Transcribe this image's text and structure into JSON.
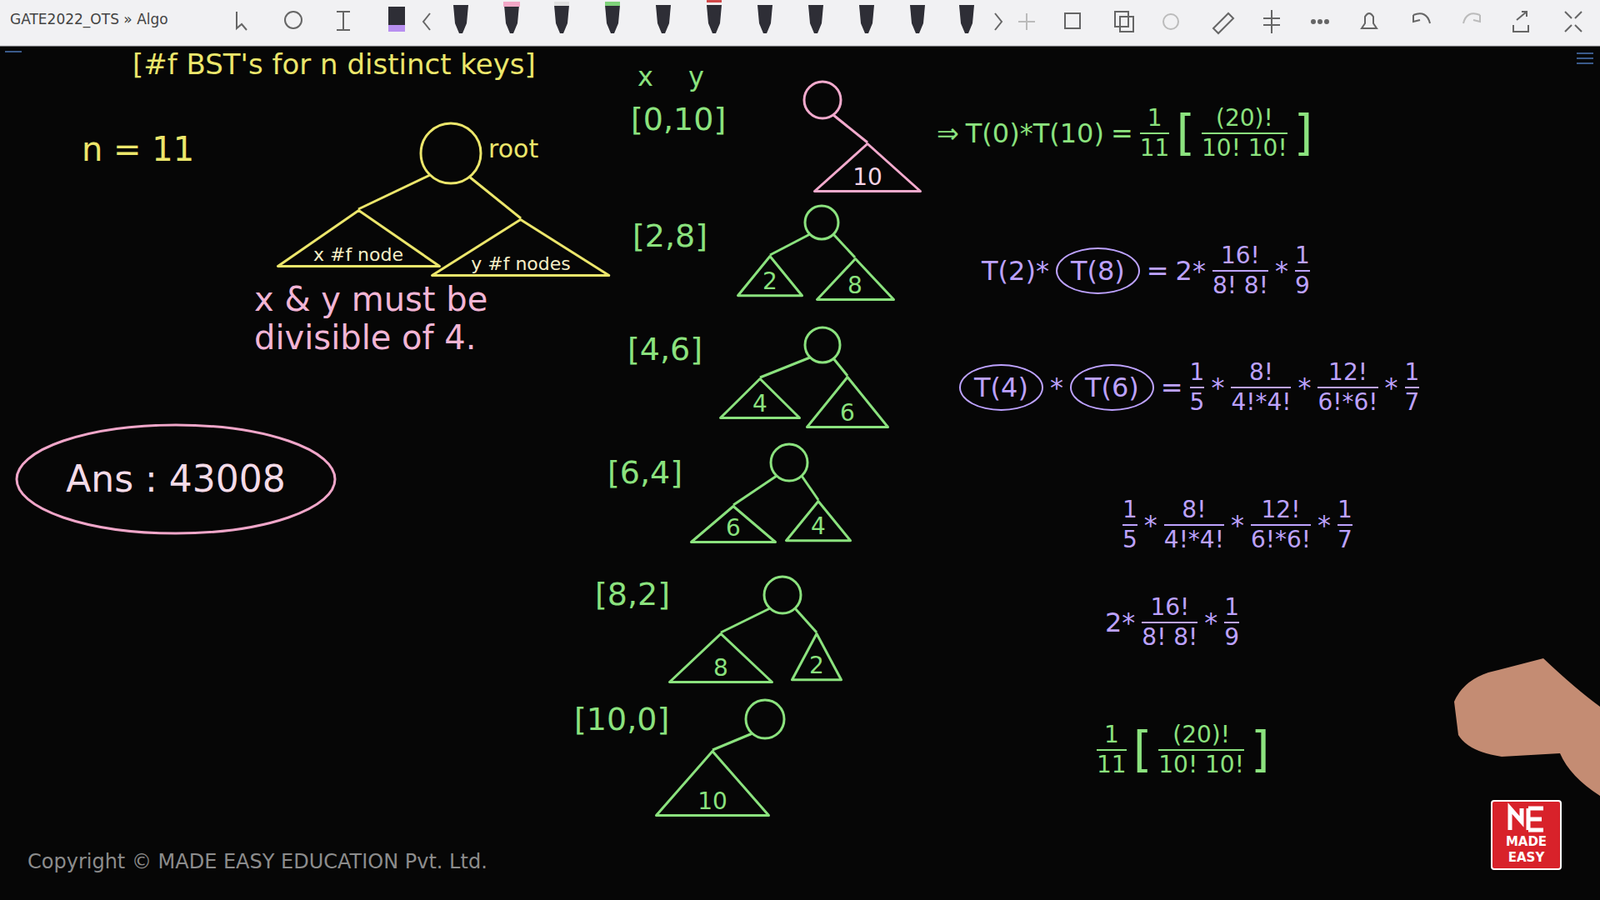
{
  "diagram": {
    "title": "[#f BST's for n distinct keys]",
    "nodes": [
      {
        "text": [
          "x #f node"
        ]
      },
      {
        "text": [
          "y #f nodes"
        ]
      },
      {
        "text": [
          "Ans : 43008"
        ]
      },
      {
        "text": [
          "10"
        ]
      },
      {
        "text": [
          "2"
        ]
      },
      {
        "text": [
          "8"
        ]
      },
      {
        "text": [
          "4"
        ]
      },
      {
        "text": [
          "6"
        ]
      },
      {
        "text": [
          "6"
        ]
      },
      {
        "text": [
          "4"
        ]
      },
      {
        "text": [
          "8"
        ]
      },
      {
        "text": [
          "2"
        ]
      },
      {
        "text": [
          "10"
        ]
      },
      {
        "text": [
          "T(8)"
        ]
      },
      {
        "text": [
          "T(4)"
        ]
      },
      {
        "text": [
          "T(6)"
        ]
      }
    ],
    "labels": [
      "GATE2022_OTS » Algo",
      "n = 11",
      "root",
      "x & y must be divisible of 4.",
      "x",
      "y",
      "[0,10]",
      "[2,8]",
      "[4,6]",
      "[6,4]",
      "[8,2]",
      "[10,0]",
      "⇒",
      "T(0)*T(10)",
      "=",
      "1",
      "11",
      "[",
      "(20)!",
      "10! 10!",
      "]",
      "T(2)*",
      "=",
      "2*",
      "16!",
      "8! 8!",
      "*",
      "1",
      "9",
      "*",
      "=",
      "1",
      "5",
      "*",
      "8!",
      "4!*4!",
      "*",
      "12!",
      "6!*6!",
      "*",
      "1",
      "7",
      "1",
      "5",
      "*",
      "8!",
      "4!*4!",
      "*",
      "12!",
      "6!*6!",
      "*",
      "1",
      "7",
      "2*",
      "16!",
      "8! 8!",
      "*",
      "1",
      "9",
      "1",
      "11",
      "[",
      "(20)!",
      "10! 10!",
      "]",
      "Copyright © MADE EASY EDUCATION Pvt. Ltd.",
      "MADE",
      "EASY"
    ]
  }
}
